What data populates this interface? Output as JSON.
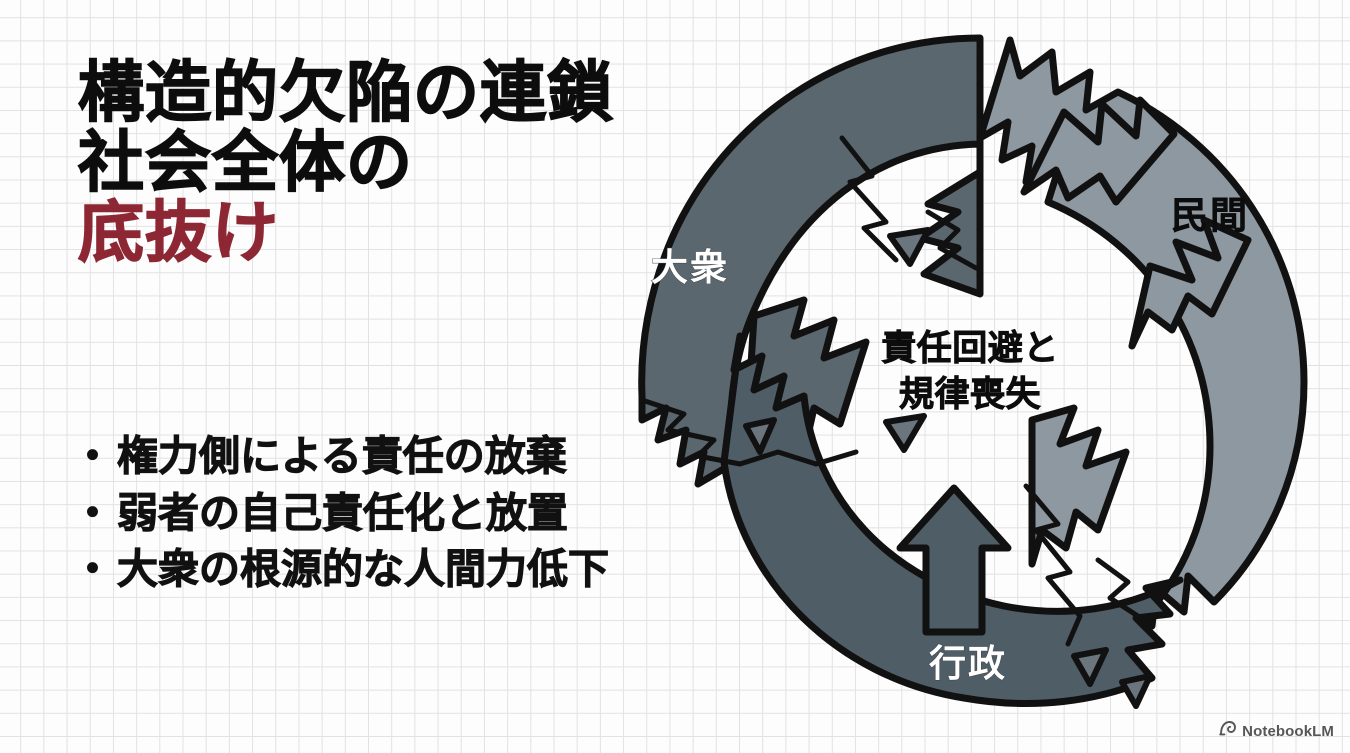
{
  "slide": {
    "background": "#fdfdfd",
    "grid_color": "#e2e2e4"
  },
  "title": {
    "line1": "構造的欠陥の連鎖",
    "line2": "社会全体の",
    "line3": "底抜け",
    "color": "#0d0d0d",
    "accent_color": "#8d2733"
  },
  "bullets": [
    {
      "marker": "・",
      "text": "権力側による責任の放棄"
    },
    {
      "marker": "・",
      "text": "弱者の自己責任化と放置"
    },
    {
      "marker": "・",
      "text": "大衆の根源的な人間力低下"
    }
  ],
  "diagram": {
    "type": "broken-cycle-ring",
    "center_text_line1": "責任回避と",
    "center_text_line2": "規律喪失",
    "segments": [
      {
        "id": "taishu",
        "label": "大衆",
        "label_color": "#ffffff",
        "fill": "#5a676f",
        "position": "upper-left"
      },
      {
        "id": "minkan",
        "label": "民間",
        "label_color": "#0c0c0c",
        "fill": "#8d98a0",
        "position": "right"
      },
      {
        "id": "gyosei",
        "label": "行政",
        "label_color": "#ffffff",
        "fill": "#4f5d66",
        "position": "bottom"
      }
    ],
    "outline_color": "#111111",
    "crack_count": 3
  },
  "watermark": {
    "label": "NotebookLM",
    "icon": "notebooklm-spiral-icon"
  }
}
